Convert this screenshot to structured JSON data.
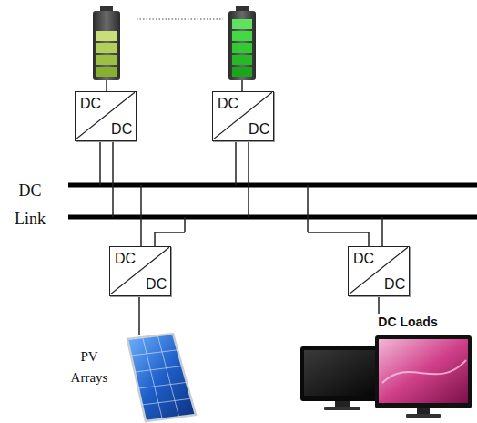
{
  "diagram": {
    "nodes": [
      {
        "text": [
          "DC",
          "DC"
        ]
      },
      {
        "text": [
          "DC",
          "DC"
        ]
      },
      {
        "text": [
          "DC",
          "DC"
        ]
      },
      {
        "text": [
          "DC",
          "DC"
        ]
      }
    ],
    "labels": [
      "DC Link",
      "PV Arrays",
      "DC Loads"
    ]
  }
}
